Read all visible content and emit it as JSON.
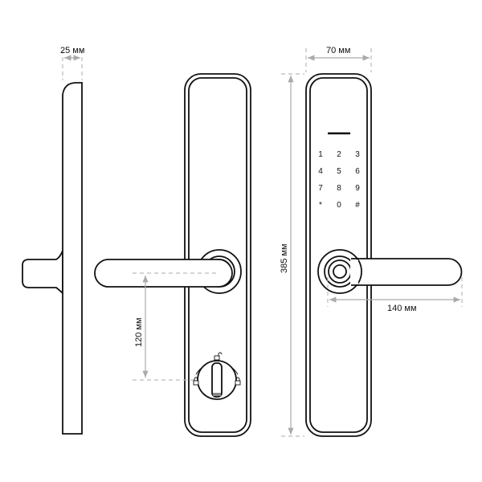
{
  "dimensions": {
    "depth": "25 мм",
    "width": "70 мм",
    "height": "385 мм",
    "handle_length": "140 мм",
    "handle_to_thumbturn": "120 мм"
  },
  "keypad": {
    "keys": [
      "1",
      "2",
      "3",
      "4",
      "5",
      "6",
      "7",
      "8",
      "9",
      "*",
      "0",
      "#"
    ]
  },
  "colors": {
    "line": "#111111",
    "dimension": "#aaaaaa"
  }
}
